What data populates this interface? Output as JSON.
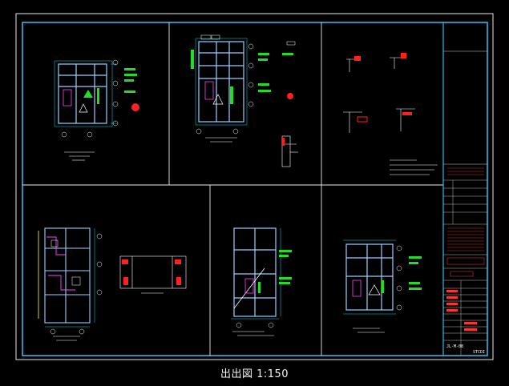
{
  "caption": "出出図 1:150",
  "colors": {
    "background": "#000000",
    "frame": "#2fb7e6",
    "sheet_border": "#e8e8e8",
    "wall": "#9ad0ff",
    "dim": "#00e0ff",
    "text": "#ffffff",
    "accent_green": "#22dd22",
    "accent_red": "#ff2020",
    "accent_magenta": "#ff40ff",
    "accent_yellow": "#ffff33"
  },
  "title_block": {
    "stamp": "STCDI",
    "drawing_no": "JL-M-08"
  },
  "panels": [
    {
      "id": "top-left-plan"
    },
    {
      "id": "top-middle-plan"
    },
    {
      "id": "top-right-details"
    },
    {
      "id": "bottom-left-plan"
    },
    {
      "id": "bottom-middle-elevation"
    },
    {
      "id": "bottom-right-plan"
    }
  ]
}
